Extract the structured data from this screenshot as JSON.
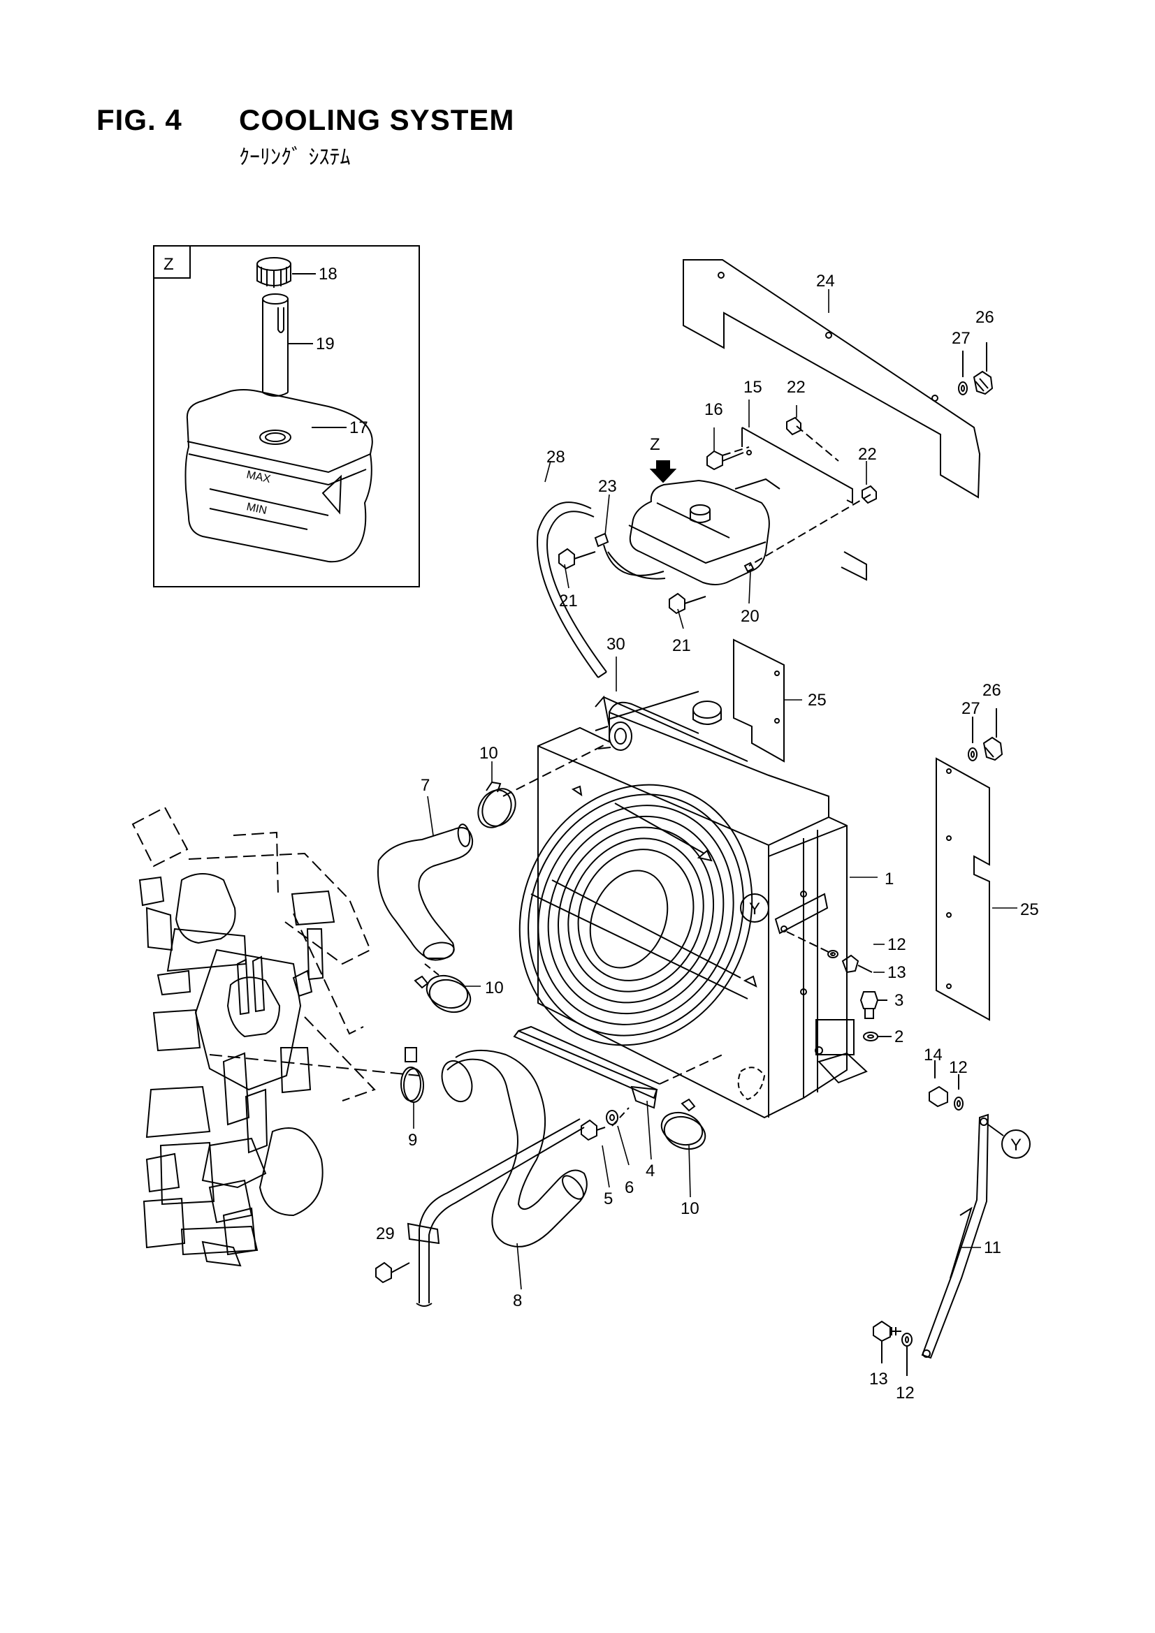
{
  "header": {
    "fig_number": "FIG. 4",
    "title": "COOLING SYSTEM",
    "subtitle": "ｸｰﾘﾝｸﾞ ｼｽﾃﾑ"
  },
  "detail_view": {
    "label": "Z",
    "tank_markings": [
      "MAX",
      "MIN"
    ]
  },
  "view_markers": {
    "z_arrow": "Z",
    "y_upper": "Y",
    "y_lower": "Y"
  },
  "callouts": {
    "c1": "1",
    "c2": "2",
    "c3": "3",
    "c4": "4",
    "c5": "5",
    "c6": "6",
    "c7": "7",
    "c8": "8",
    "c9": "9",
    "c10a": "10",
    "c10b": "10",
    "c10c": "10",
    "c11": "11",
    "c12a": "12",
    "c12b": "12",
    "c12c": "12",
    "c13a": "13",
    "c13b": "13",
    "c14": "14",
    "c15": "15",
    "c16": "16",
    "c17": "17",
    "c18": "18",
    "c19": "19",
    "c20": "20",
    "c21a": "21",
    "c21b": "21",
    "c22a": "22",
    "c22b": "22",
    "c23": "23",
    "c24": "24",
    "c25a": "25",
    "c25b": "25",
    "c26a": "26",
    "c26b": "26",
    "c27a": "27",
    "c27b": "27",
    "c28": "28",
    "c29": "29",
    "c30": "30"
  }
}
